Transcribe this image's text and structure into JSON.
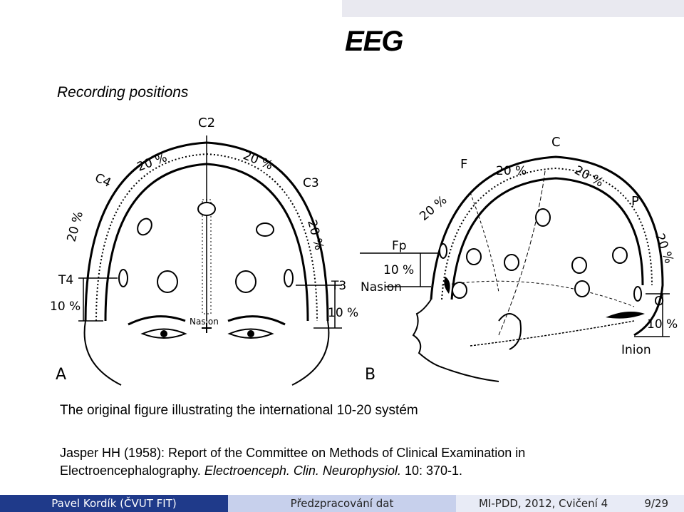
{
  "slide": {
    "title": "EEG",
    "subtitle": "Recording positions"
  },
  "figure": {
    "panel_a": {
      "letter": "A",
      "labels": {
        "c2": "C2",
        "c4": "C4",
        "c3": "C3",
        "t4": "T4",
        "t3": "T3",
        "pct_left_upper": "20 %",
        "pct_right_upper": "20 %",
        "pct_left_side": "20 %",
        "pct_right_side": "20 %",
        "pct_left_low": "10 %",
        "pct_right_low": "10 %",
        "nasion": "Nasion"
      }
    },
    "panel_b": {
      "letter": "B",
      "labels": {
        "c": "C",
        "f": "F",
        "p": "P",
        "fp": "Fp",
        "o": "O",
        "nasion": "Nasion",
        "inion": "Inion",
        "pct_f": "20 %",
        "pct_top_left": "20 %",
        "pct_top_right": "20 %",
        "pct_right": "20 %",
        "pct_fp": "10 %",
        "pct_o": "10 %"
      }
    }
  },
  "caption": "The original figure illustrating the international 10-20 systém",
  "reference": {
    "part1": "Jasper HH (1958): Report of the Committee on Methods of Clinical Examination in Electroencephalography.",
    "journal": "Electroenceph. Clin. Neurophysiol.",
    "part2": "10: 370-1."
  },
  "footer": {
    "author": "Pavel Kordík (ČVUT FIT)",
    "course": "Předzpracování dat",
    "event": "MI-PDD, 2012, Cvičení 4",
    "page": "9/29"
  }
}
